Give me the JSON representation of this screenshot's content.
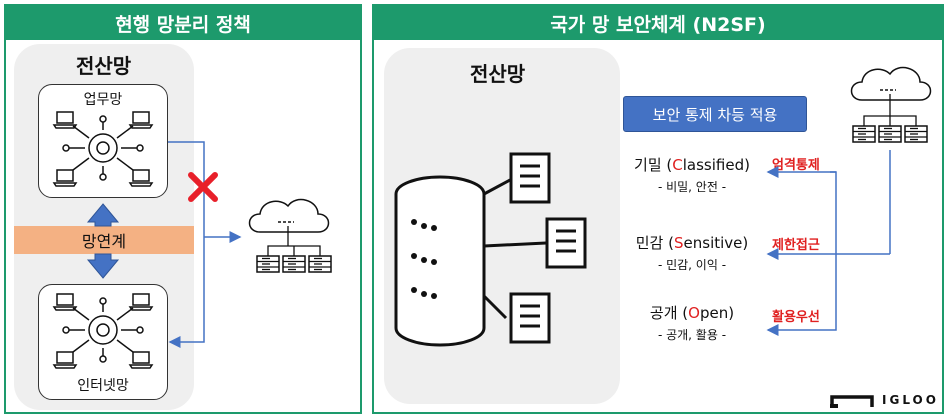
{
  "left_panel": {
    "title": "현행 망분리 정책",
    "network_title": "전산망",
    "business_network": "업무망",
    "network_link": "망연계",
    "internet_network": "인터넷망"
  },
  "right_panel": {
    "title": "국가 망 보안체계 (N2SF)",
    "network_title": "전산망",
    "badge": "보안 통제 차등 적용",
    "levels": [
      {
        "name_pre": "기밀 (",
        "name_hl": "C",
        "name_post": "lassified)",
        "sub": "- 비밀, 안전 -",
        "control": "엄격통제"
      },
      {
        "name_pre": "민감 (",
        "name_hl": "S",
        "name_post": "ensitive)",
        "sub": "- 민감, 이익 -",
        "control": "제한접근"
      },
      {
        "name_pre": "공개 (",
        "name_hl": "O",
        "name_post": "pen)",
        "sub": "- 공개, 활용 -",
        "control": "활용우선"
      }
    ]
  },
  "logo": {
    "text": "IGLOO"
  },
  "colors": {
    "header_green": "#1d9a6c",
    "arrow_blue": "#4472c4",
    "link_orange": "#f4b183",
    "highlight_red": "#e02020"
  }
}
